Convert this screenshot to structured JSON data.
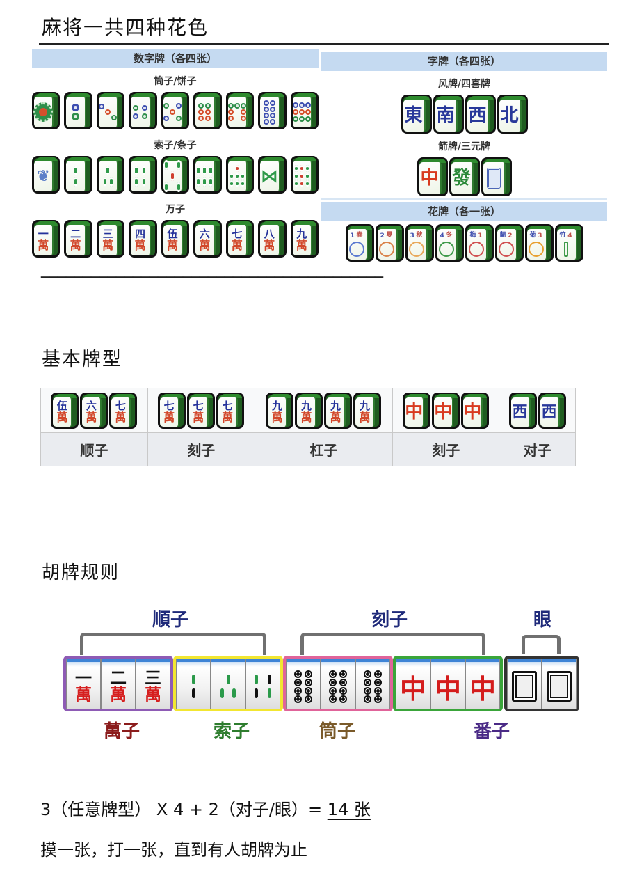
{
  "section1": {
    "title": "麻将一共四种花色",
    "number_tiles": {
      "header": "数字牌（各四张）",
      "dots": {
        "label": "筒子/饼子",
        "tiles": [
          "1筒",
          "2筒",
          "3筒",
          "4筒",
          "5筒",
          "6筒",
          "7筒",
          "8筒",
          "9筒"
        ]
      },
      "bamboo": {
        "label": "索子/条子",
        "tiles": [
          "1索",
          "2索",
          "3索",
          "4索",
          "5索",
          "6索",
          "7索",
          "8索",
          "9索"
        ]
      },
      "characters": {
        "label": "万子",
        "numerals": [
          "一",
          "二",
          "三",
          "四",
          "伍",
          "六",
          "七",
          "八",
          "九"
        ],
        "suffix": "萬"
      }
    },
    "honor_tiles": {
      "header": "字牌（各四张）",
      "winds": {
        "label": "风牌/四喜牌",
        "tiles": [
          "東",
          "南",
          "西",
          "北"
        ]
      },
      "dragons": {
        "label": "箭牌/三元牌",
        "tiles": [
          "中",
          "發",
          "白"
        ]
      }
    },
    "flower_tiles": {
      "header": "花牌（各一张）",
      "tiles": [
        {
          "num": "1",
          "name": "春"
        },
        {
          "num": "2",
          "name": "夏"
        },
        {
          "num": "3",
          "name": "秋"
        },
        {
          "num": "4",
          "name": "冬"
        },
        {
          "num": "1",
          "name": "梅"
        },
        {
          "num": "2",
          "name": "蘭"
        },
        {
          "num": "3",
          "name": "菊"
        },
        {
          "num": "4",
          "name": "竹"
        }
      ]
    },
    "divider": "—————————————————————————————————————————"
  },
  "section2": {
    "title": "基本牌型",
    "patterns": [
      {
        "label": "顺子",
        "tiles": [
          "伍",
          "六",
          "七"
        ],
        "type": "wan"
      },
      {
        "label": "刻子",
        "tiles": [
          "七",
          "七",
          "七"
        ],
        "type": "wan"
      },
      {
        "label": "杠子",
        "tiles": [
          "九",
          "九",
          "九",
          "九"
        ],
        "type": "wan"
      },
      {
        "label": "刻子",
        "tiles": [
          "中",
          "中",
          "中"
        ],
        "type": "honor-red"
      },
      {
        "label": "对子",
        "tiles": [
          "西",
          "西"
        ],
        "type": "honor-blue"
      }
    ]
  },
  "section3": {
    "title": "胡牌规则",
    "brackets": {
      "shunzi": "順子",
      "kezi": "刻子",
      "eye": "眼"
    },
    "groups": {
      "wan": {
        "label": "萬子",
        "color": "#8e5bb5",
        "label_color": "#8b1c1c",
        "tiles": [
          "一",
          "二",
          "三"
        ],
        "suffix": "萬"
      },
      "suo": {
        "label": "索子",
        "color": "#f2e631",
        "label_color": "#2e7d2e"
      },
      "tong": {
        "label": "筒子",
        "color": "#e0649a",
        "label_color": "#7a5a2a"
      },
      "fan": {
        "label": "番子",
        "color": "#3aa53a",
        "label_color": "#4a2a86",
        "tiles": [
          "中",
          "中",
          "中"
        ]
      },
      "eye": {
        "color": "#333333"
      }
    },
    "formula": {
      "prefix": "3（任意牌型） X 4 + 2（对子/眼）= ",
      "result": "14 张"
    },
    "rule": "摸一张，打一张，直到有人胡牌为止"
  }
}
